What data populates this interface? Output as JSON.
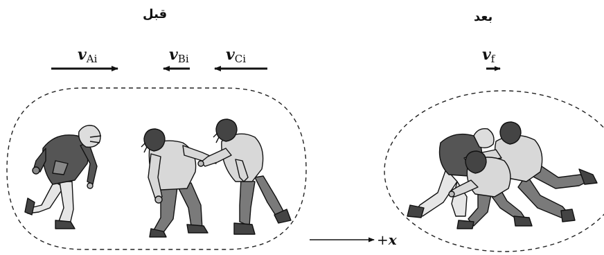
{
  "headings": {
    "before": "قبل",
    "after": "بعد"
  },
  "velocities": {
    "A": {
      "symbol": "v",
      "sub": "Ai",
      "direction": "right"
    },
    "B": {
      "symbol": "v",
      "sub": "Bi",
      "direction": "left"
    },
    "C": {
      "symbol": "v",
      "sub": "Ci",
      "direction": "left"
    },
    "final": {
      "symbol": "v",
      "sub": "f",
      "direction": "right"
    }
  },
  "axis": {
    "sign": "+",
    "variable": "x"
  },
  "colors": {
    "ink": "#111111",
    "jersey_dark": "#555555",
    "jersey_light": "#d8d8d8",
    "pants_dark": "#7a7a7a",
    "pants_light": "#e6e6e6",
    "helmet": "#444444"
  }
}
